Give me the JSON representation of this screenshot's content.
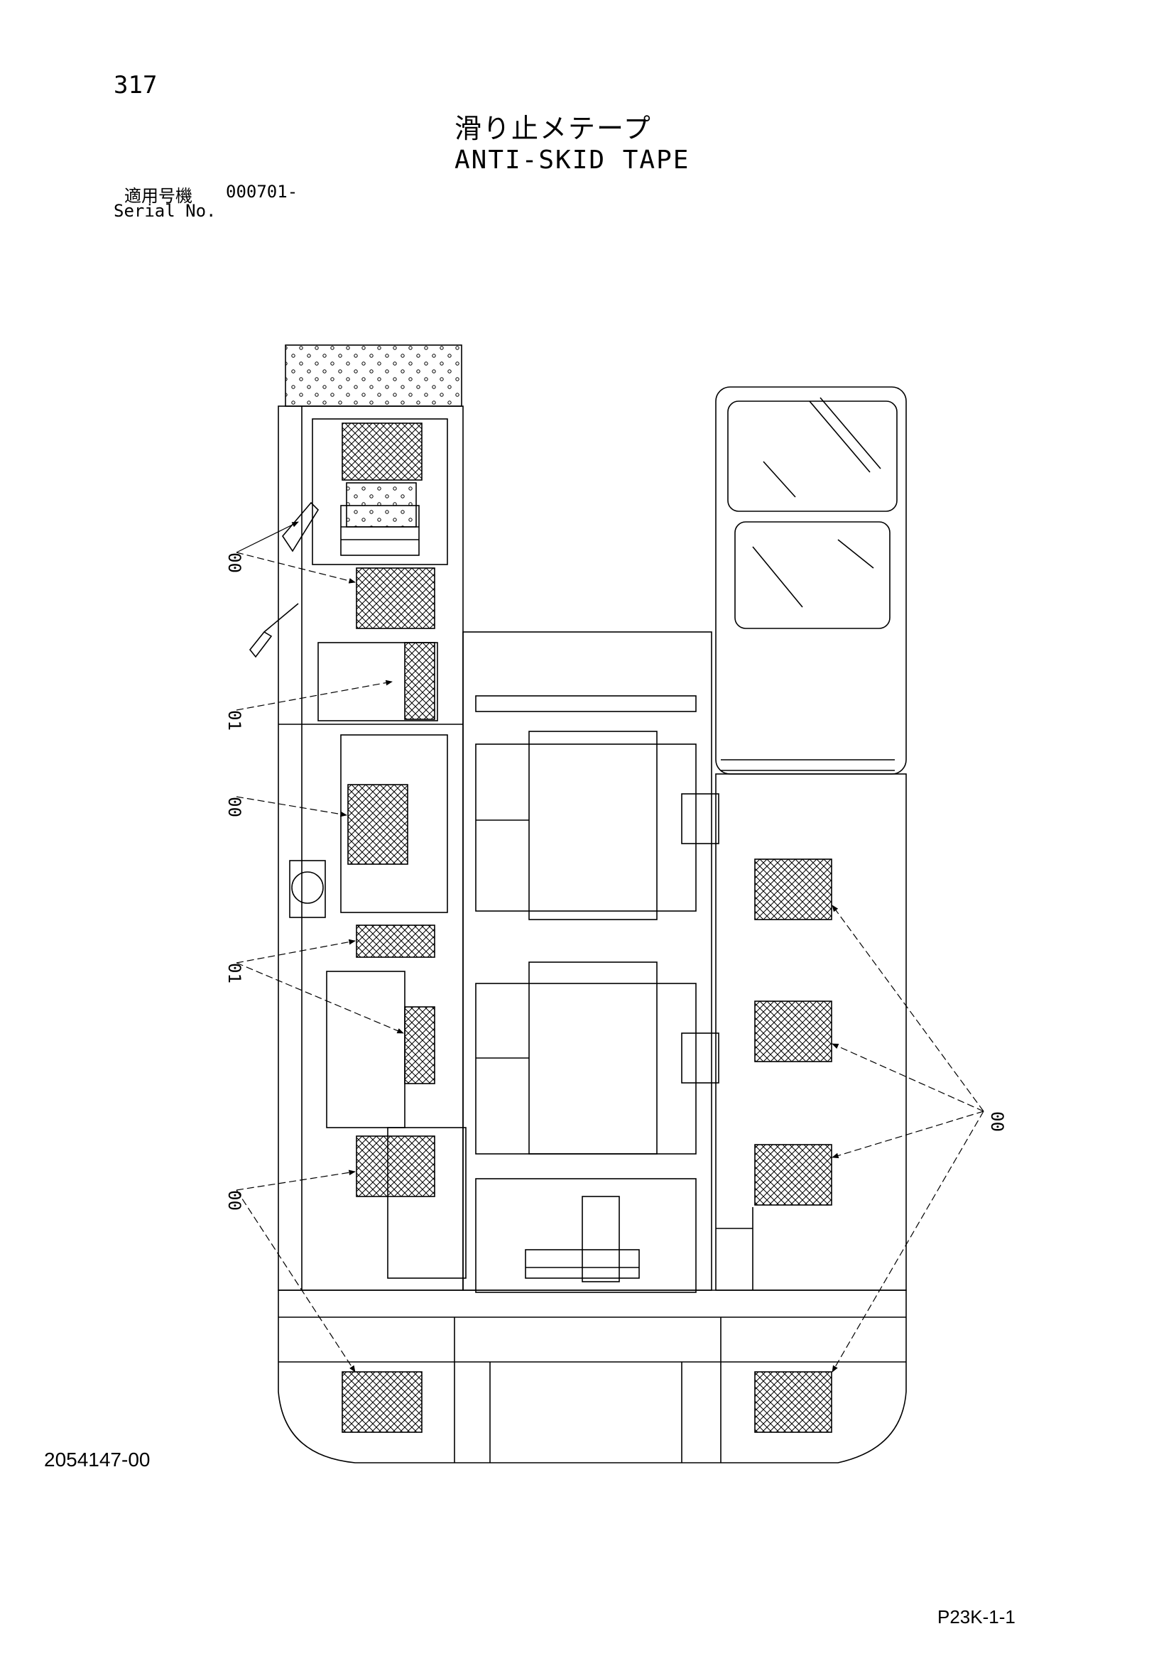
{
  "page": {
    "number": "317",
    "title_jp": "滑り止メテープ",
    "title_en": "ANTI-SKID TAPE",
    "serial_label_jp": "適用号機",
    "serial_value": "000701-",
    "serial_label_en": "Serial No.",
    "doc_number": "2054147-00",
    "page_code": "P23K-1-1"
  },
  "callouts": [
    {
      "label": "00"
    },
    {
      "label": "01"
    },
    {
      "label": "00"
    },
    {
      "label": "01"
    },
    {
      "label": "00"
    },
    {
      "label": "00"
    }
  ]
}
